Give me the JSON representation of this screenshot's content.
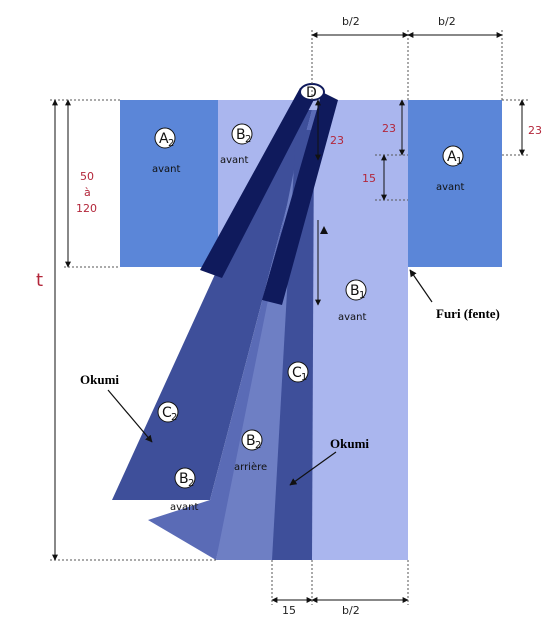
{
  "dims": {
    "top_left": "b/2",
    "top_right": "b/2",
    "bottom_15": "15",
    "bottom_b2": "b/2",
    "sleeve_50": "50",
    "sleeve_a": "à",
    "sleeve_120": "120",
    "collar_23": "23",
    "right_23": "23",
    "far_right_23": "23",
    "slit_15": "15",
    "height_t": "t"
  },
  "panels": {
    "a2": {
      "letter": "A",
      "sub": "2",
      "label": "avant"
    },
    "a1": {
      "letter": "A",
      "sub": "1",
      "label": "avant"
    },
    "b2_top": {
      "letter": "B",
      "sub": "2",
      "label": "avant"
    },
    "b1": {
      "letter": "B",
      "sub": "1",
      "label": "avant"
    },
    "c2": {
      "letter": "C",
      "sub": "2"
    },
    "c1": {
      "letter": "C",
      "sub": "1"
    },
    "b2_front": {
      "letter": "B",
      "sub": "2",
      "label": "avant"
    },
    "b2_back": {
      "letter": "B",
      "sub": "2",
      "label": "arrière"
    },
    "d": {
      "letter": "D"
    }
  },
  "annotations": {
    "okumi_left": "Okumi",
    "okumi_right": "Okumi",
    "furi": "Furi (fente)"
  },
  "colors": {
    "sleeve": "#5b86d8",
    "body_light": "#aab6ee",
    "panel_mid": "#6e7fc4",
    "panel_dark": "#3e4f9a",
    "collar": "#0f1a5c",
    "red_text": "#b3263a"
  }
}
